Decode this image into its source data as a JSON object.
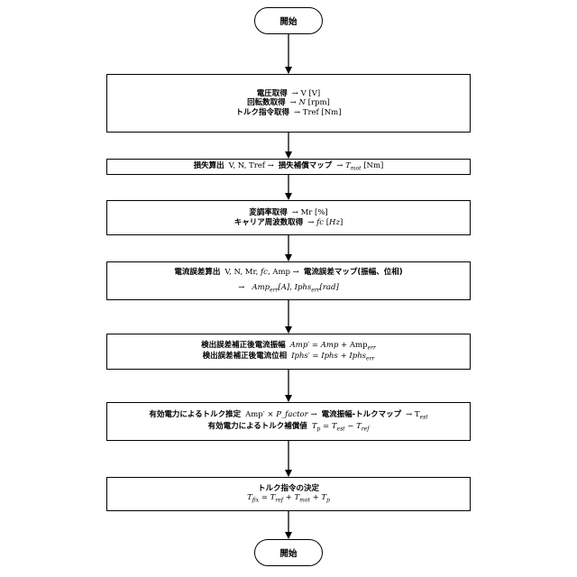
{
  "start": "開始",
  "end": "開始",
  "steps": [
    {
      "lines": [
        {
          "label": "電圧取得",
          "tail": "→ V [V]"
        },
        {
          "label": "回転数取得",
          "tail": "→ N [rpm]"
        },
        {
          "label": "トルク指令取得",
          "tail": "→ Tref [Nm]"
        }
      ]
    },
    {
      "lines": [
        {
          "label": "損失算出",
          "mid": "V, N, Tref →",
          "label2": "損失補償マップ",
          "tail": "→ T_mot [Nm]"
        }
      ]
    },
    {
      "lines": [
        {
          "label": "変調率取得",
          "tail": "→ Mr [%]"
        },
        {
          "label": "キャリア周波数取得",
          "tail": "→ fc [Hz]"
        }
      ]
    },
    {
      "lines": [
        {
          "label": "電流誤差算出",
          "mid": "V, N, Mr, fc, Amp →",
          "label2": "電流誤差マップ(振幅、位相)"
        },
        {
          "tail": "→ Amp_err[A], Iphs_err[rad]"
        }
      ]
    },
    {
      "lines": [
        {
          "label": "検出誤差補正後電流振幅",
          "tail": "Amp' = Amp + Amp_err"
        },
        {
          "label": "検出誤差補正後電流位相",
          "tail": "Iphs' = Iphs + Iphs_err"
        }
      ]
    },
    {
      "lines": [
        {
          "label": "有効電力によるトルク推定",
          "mid": "Amp' × P_factor →",
          "label2": "電流振幅-トルクマップ",
          "tail": "→ T_est"
        },
        {
          "label": "有効電力によるトルク補償値",
          "tail": "T_p = T_est − T_ref"
        }
      ]
    },
    {
      "lines": [
        {
          "label": "トルク指令の決定"
        },
        {
          "tail": "T_fix = T_ref + T_mot + T_p"
        }
      ]
    }
  ]
}
